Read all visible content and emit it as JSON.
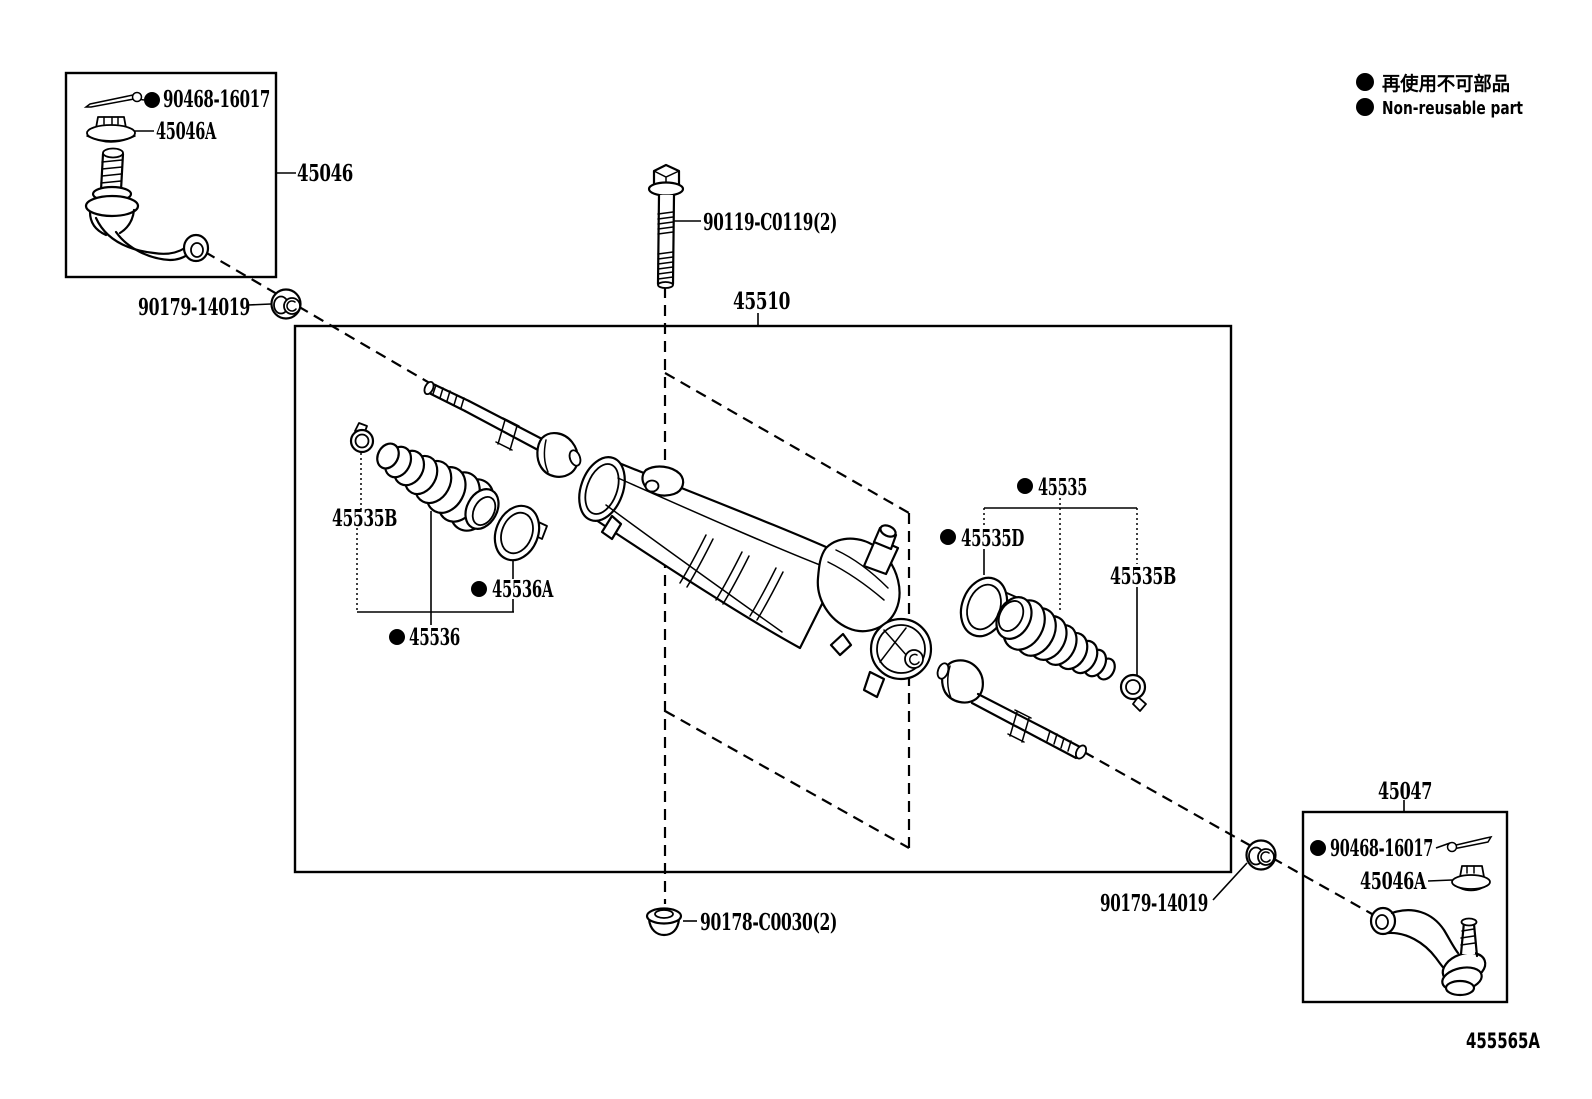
{
  "page": {
    "background": "#ffffff",
    "line_color": "#000000"
  },
  "legend": {
    "jp": "再使用不可部品",
    "en": "Non-reusable part"
  },
  "figure_code": "455565A",
  "labels": {
    "tie_rod_assy_left": "45046",
    "tie_rod_assy_right": "45047",
    "cotter_pin": "90468-16017",
    "castle_nut": "45046A",
    "lock_nut": "90179-14019",
    "gear_assy": "45510",
    "mount_bolt": "90119-C0119(2)",
    "mount_nut": "90178-C0030(2)",
    "boot_kit": "45535",
    "boot_clamp_small": "45535B",
    "boot_left": "45536",
    "boot_clamp_large": "45536A",
    "boot_clamp_large_right": "45535D"
  }
}
